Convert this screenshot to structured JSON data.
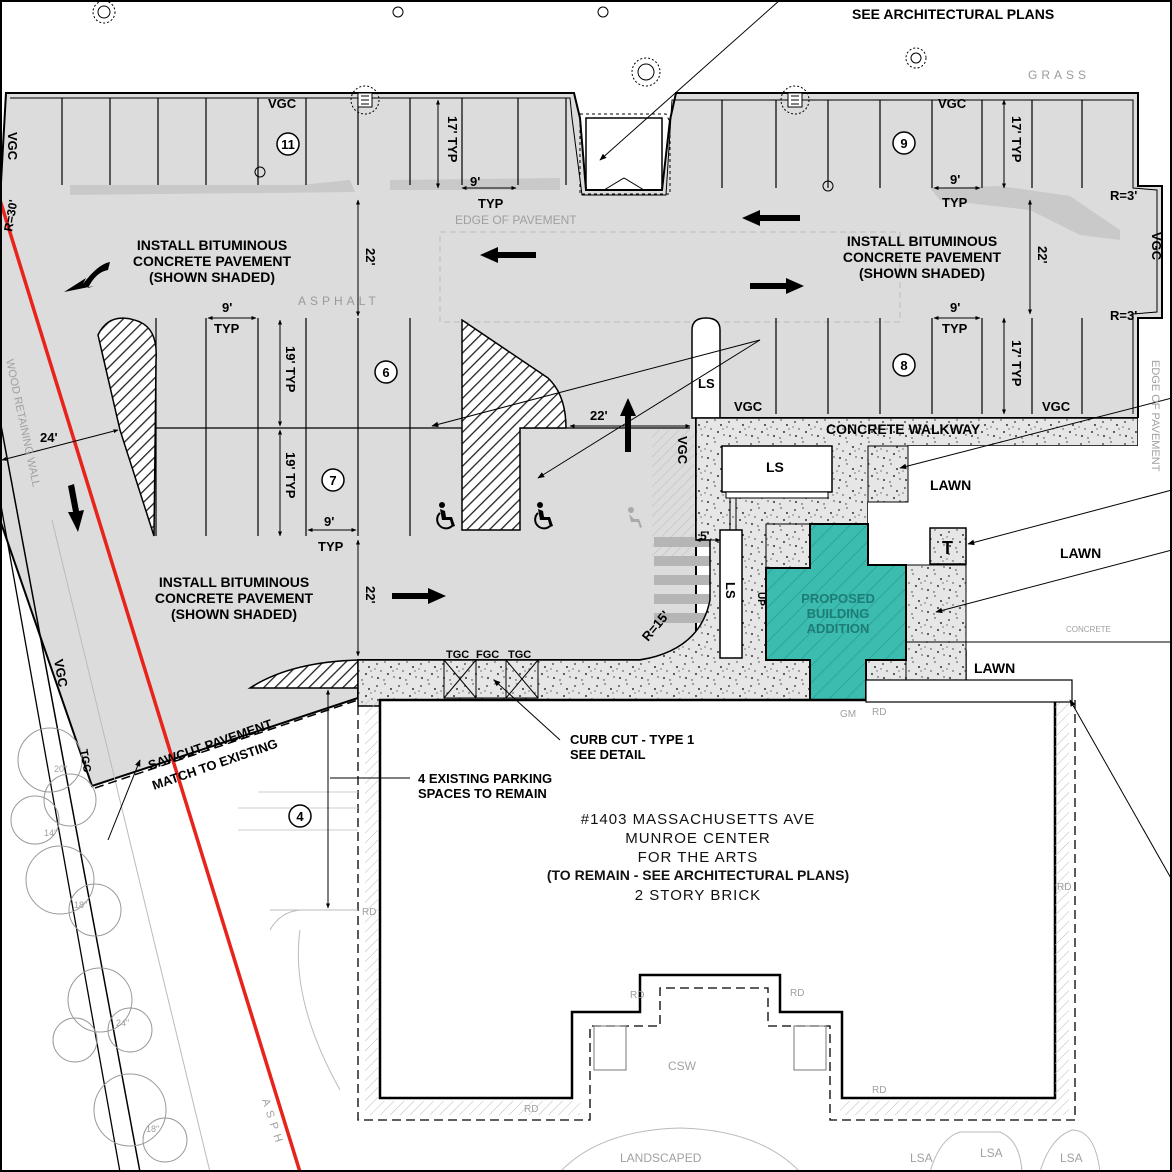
{
  "colors": {
    "pavement": "#dcdcdc",
    "concrete": "#e4e4e4",
    "addition": "#3bbcaf",
    "boundary_line": "#e8231c",
    "linework": "#000000",
    "faint_text": "#9a9a9a"
  },
  "labels": {
    "arch_note": "SEE ARCHITECTURAL PLANS",
    "install_pavement_1": "INSTALL BITUMINOUS",
    "install_pavement_2": "CONCRETE PAVEMENT",
    "install_pavement_3": "(SHOWN SHADED)",
    "concrete_walkway": "CONCRETE WALKWAY",
    "lawn": "LAWN",
    "ls": "LS",
    "vgc": "VGC",
    "tgc": "TGC",
    "fgc": "FGC",
    "typ": "TYP",
    "dim_9": "9'",
    "dim_17": "17' TYP",
    "dim_19": "19' TYP",
    "dim_22": "22'",
    "dim_24": "24'",
    "dim_5": "5'",
    "r3": "R=3'",
    "r15": "R=15'",
    "r30": "R=30'",
    "t_marker": "T",
    "up": "UP",
    "gm": "GM",
    "rd": "RD",
    "csw": "CSW",
    "lsa": "LSA",
    "landscaped": "LANDSCAPED",
    "grass": "GRASS",
    "asphalt": "ASPHALT",
    "edge_of_pavement": "EDGE   OF   PAVEMENT",
    "edge_side": "EDGE OF PAVEMENT",
    "retaining_wall": "WOOD RETAINING WALL",
    "concrete_small": "CONCRETE",
    "sawcut_1": "SAWCUT PAVEMENT",
    "sawcut_2": "MATCH TO EXISTING",
    "curb_cut_1": "CURB CUT - TYPE 1",
    "curb_cut_2": "SEE DETAIL",
    "existing_spaces_1": "4 EXISTING PARKING",
    "existing_spaces_2": "SPACES TO REMAIN",
    "addition_1": "PROPOSED",
    "addition_2": "BUILDING",
    "addition_3": "ADDITION",
    "building_1": "#1403 MASSACHUSETTS AVE",
    "building_2": "MUNROE CENTER",
    "building_3": "FOR THE ARTS",
    "building_4": "(TO REMAIN - SEE ARCHITECTURAL PLANS)",
    "building_5": "2 STORY BRICK",
    "tree_14": "14\"",
    "tree_18": "18\"",
    "tree_24": "24\"",
    "tree_20": "20\"",
    "asph": "ASPH",
    "tree_18b": "18\""
  },
  "stall_counts": [
    {
      "id": "row-11",
      "count": "11"
    },
    {
      "id": "row-9",
      "count": "9"
    },
    {
      "id": "row-6",
      "count": "6"
    },
    {
      "id": "row-8",
      "count": "8"
    },
    {
      "id": "row-7",
      "count": "7"
    },
    {
      "id": "row-4",
      "count": "4"
    }
  ],
  "icons": [
    "drain-icon",
    "catch-basin-icon",
    "accessible-parking-icon",
    "direction-arrow-icon",
    "tree-icon"
  ]
}
